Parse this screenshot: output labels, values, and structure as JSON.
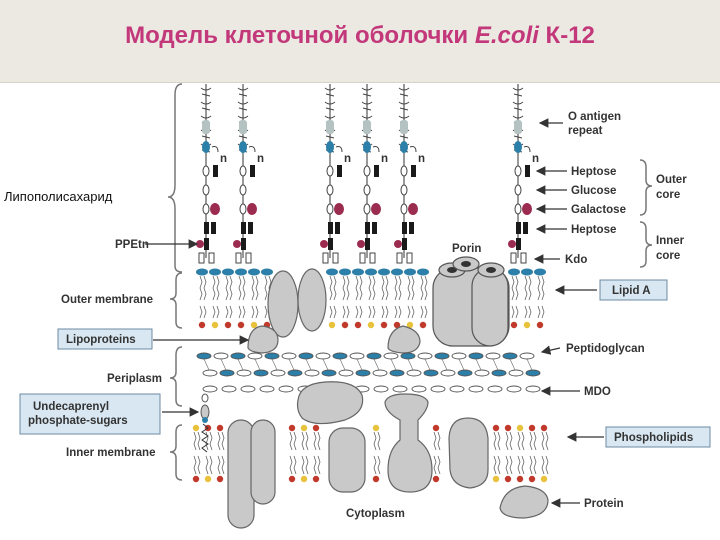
{
  "title": {
    "prefix": "Модель клеточной оболочки ",
    "italic": "E.coli",
    "suffix": " К-12"
  },
  "side_label": "Липополисахарид",
  "labels": {
    "o_antigen_repeat": [
      "O antigen",
      "repeat"
    ],
    "n": "n",
    "heptose_top": "Heptose",
    "glucose": "Glucose",
    "galactose": "Galactose",
    "heptose_bottom": "Heptose",
    "kdo": "Kdo",
    "outer_core": [
      "Outer",
      "core"
    ],
    "inner_core": [
      "Inner",
      "core"
    ],
    "ppetn": "PPEtn",
    "porin": "Porin",
    "lipid_a": "Lipid A",
    "outer_membrane": "Outer membrane",
    "lipoproteins": "Lipoproteins",
    "peptidoglycan": "Peptidoglycan",
    "periplasm": "Periplasm",
    "mdo": "MDO",
    "undecaprenyl": [
      "Undecaprenyl",
      "phosphate-sugars"
    ],
    "phospholipids": "Phospholipids",
    "inner_membrane": "Inner membrane",
    "protein": "Protein",
    "cytoplasm": "Cytoplasm"
  },
  "colors": {
    "title": "#c2387a",
    "callout_box_fill": "#d8e7f1",
    "callout_box_stroke": "#6d8ba3",
    "protein": "#c9c9c9",
    "headgroup_blue": "#2c7fa8",
    "headgroup_red": "#c0392b",
    "headgroup_yellow": "#e8c23a",
    "galactose": "#9b2c50",
    "sugar_dark": "#1a1a1a",
    "o_antigen_grey": "#b5c2c2"
  },
  "icons": [
    "arrow-icon",
    "bracket-icon"
  ]
}
